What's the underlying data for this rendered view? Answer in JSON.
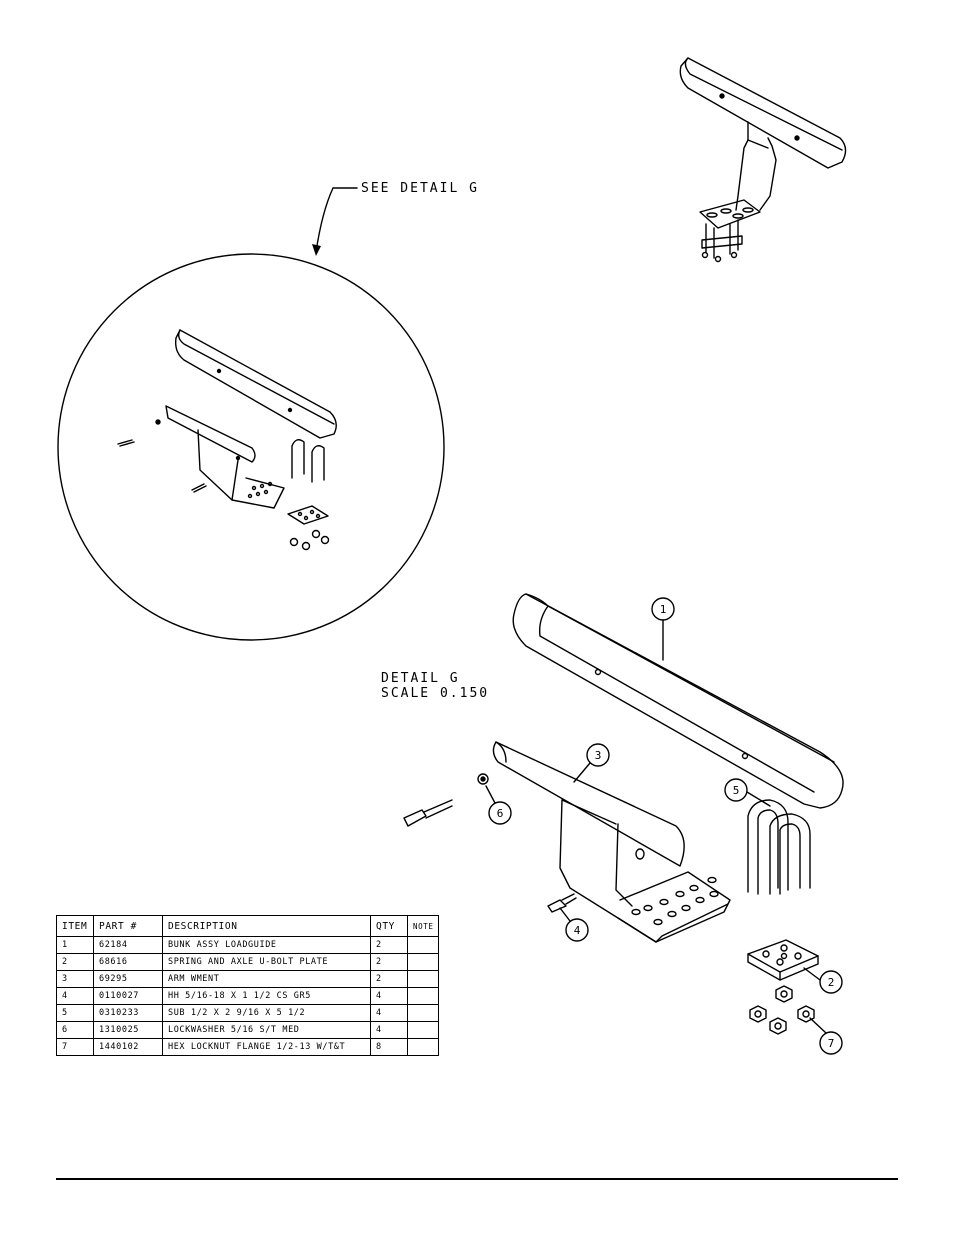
{
  "callout": {
    "see_detail": "SEE DETAIL  G"
  },
  "detail": {
    "title": "DETAIL  G",
    "scale": "SCALE  0.150"
  },
  "balloons": [
    "1",
    "2",
    "3",
    "4",
    "5",
    "6",
    "7"
  ],
  "bom": {
    "headers": {
      "item": "ITEM",
      "part": "PART #",
      "desc": "DESCRIPTION",
      "qty": "QTY",
      "note": "NOTE"
    },
    "rows": [
      {
        "item": "1",
        "part": "62184",
        "desc": "BUNK ASSY   LOADGUIDE",
        "qty": "2",
        "note": ""
      },
      {
        "item": "2",
        "part": "68616",
        "desc": "SPRING AND AXLE U-BOLT PLATE",
        "qty": "2",
        "note": ""
      },
      {
        "item": "3",
        "part": "69295",
        "desc": "ARM WMENT",
        "qty": "2",
        "note": ""
      },
      {
        "item": "4",
        "part": "0110027",
        "desc": "HH 5/16-18 X 1 1/2 CS GR5",
        "qty": "4",
        "note": ""
      },
      {
        "item": "5",
        "part": "0310233",
        "desc": "SUB 1/2 X 2 9/16 X 5 1/2",
        "qty": "4",
        "note": ""
      },
      {
        "item": "6",
        "part": "1310025",
        "desc": "LOCKWASHER 5/16 S/T MED",
        "qty": "4",
        "note": ""
      },
      {
        "item": "7",
        "part": "1440102",
        "desc": "HEX LOCKNUT FLANGE 1/2-13 W/T&T",
        "qty": "8",
        "note": ""
      }
    ]
  }
}
